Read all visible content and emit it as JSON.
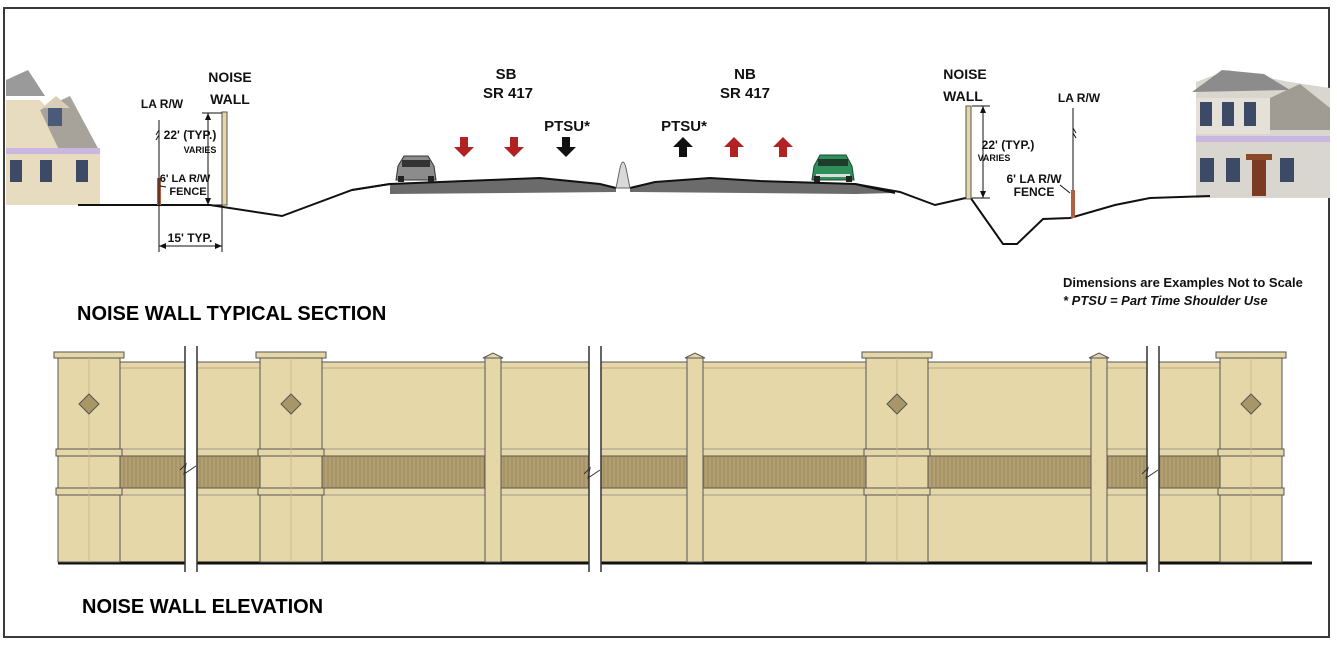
{
  "section_title": "NOISE WALL TYPICAL SECTION",
  "elevation_title": "NOISE WALL ELEVATION",
  "notes": {
    "line1": "Dimensions are Examples Not to Scale",
    "line2": "* PTSU = Part Time Shoulder Use"
  },
  "left": {
    "la_rw": "LA R/W",
    "noise": "NOISE",
    "wall": "WALL",
    "height": "22' (TYP.)",
    "varies": "VARIES",
    "fence1": "6' LA R/W",
    "fence2": "FENCE",
    "width": "15' TYP."
  },
  "right": {
    "la_rw": "LA R/W",
    "noise": "NOISE",
    "wall": "WALL",
    "height": "22' (TYP.)",
    "varies": "VARIES",
    "fence1": "6' LA R/W",
    "fence2": "FENCE"
  },
  "sb": {
    "dir": "SB",
    "route": "SR 417",
    "ptsu": "PTSU*"
  },
  "nb": {
    "dir": "NB",
    "route": "SR 417",
    "ptsu": "PTSU*"
  },
  "colors": {
    "wall_fill": "#e6d7a8",
    "band_fill": "#b3a070",
    "arrow_red": "#b22222",
    "arrow_black": "#111111",
    "road": "#6b6b6b"
  }
}
